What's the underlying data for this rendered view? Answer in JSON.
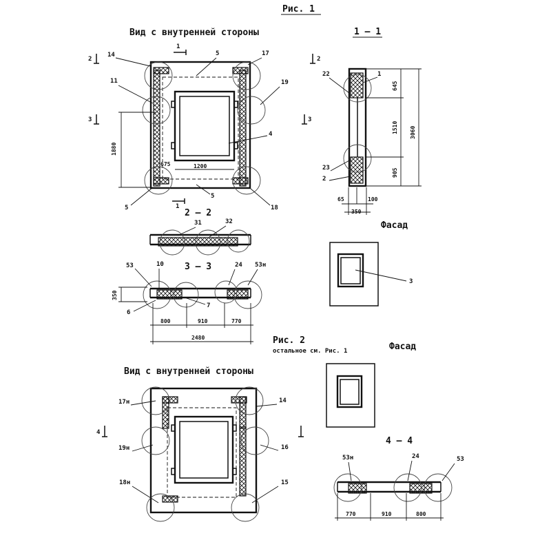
{
  "fig1": {
    "title": "Рис. 1",
    "view_title": "Вид с внутренней стороны",
    "section_1_1": "1 — 1",
    "section_2_2": "2 — 2",
    "section_3_3": "3 — 3",
    "facade": "Фасад",
    "callouts": {
      "c14": "14",
      "c5_top": "5",
      "c17": "17",
      "c11": "11",
      "c19": "19",
      "c4": "4",
      "c5_bl": "5",
      "c5_bottom": "5",
      "c18": "18",
      "c22": "22",
      "c1": "1",
      "c23": "23",
      "c2": "2",
      "c31": "31",
      "c32": "32",
      "c53": "53",
      "c10": "10",
      "c24": "24",
      "c53n": "53н",
      "c6": "6",
      "c7": "7",
      "c3_facade": "3"
    },
    "markers": {
      "m1_top": "1",
      "m1_bottom": "1",
      "m2_left": "2",
      "m2_right": "2",
      "m3_left": "3",
      "m3_right": "3"
    },
    "dims": {
      "h1880": "1880",
      "d675": "675",
      "d1200": "1200",
      "d645": "645",
      "d1510": "1510",
      "d905": "905",
      "d3060": "3060",
      "d65": "65",
      "d100": "100",
      "d350": "350",
      "d350_left": "350",
      "d800": "800",
      "d910": "910",
      "d770": "770",
      "d2480": "2480"
    }
  },
  "fig2": {
    "title": "Рис. 2",
    "subtitle": "остальное см. Рис. 1",
    "view_title": "Вид с внутренней стороны",
    "section_4_4": "4 — 4",
    "facade": "Фасад",
    "callouts": {
      "c17n": "17н",
      "c14": "14",
      "c19n": "19н",
      "c16": "16",
      "c18n": "18н",
      "c15": "15",
      "c53n": "53н",
      "c24": "24",
      "c53": "53"
    },
    "markers": {
      "m4": "4"
    },
    "dims": {
      "d770": "770",
      "d910": "910",
      "d800": "800"
    }
  }
}
